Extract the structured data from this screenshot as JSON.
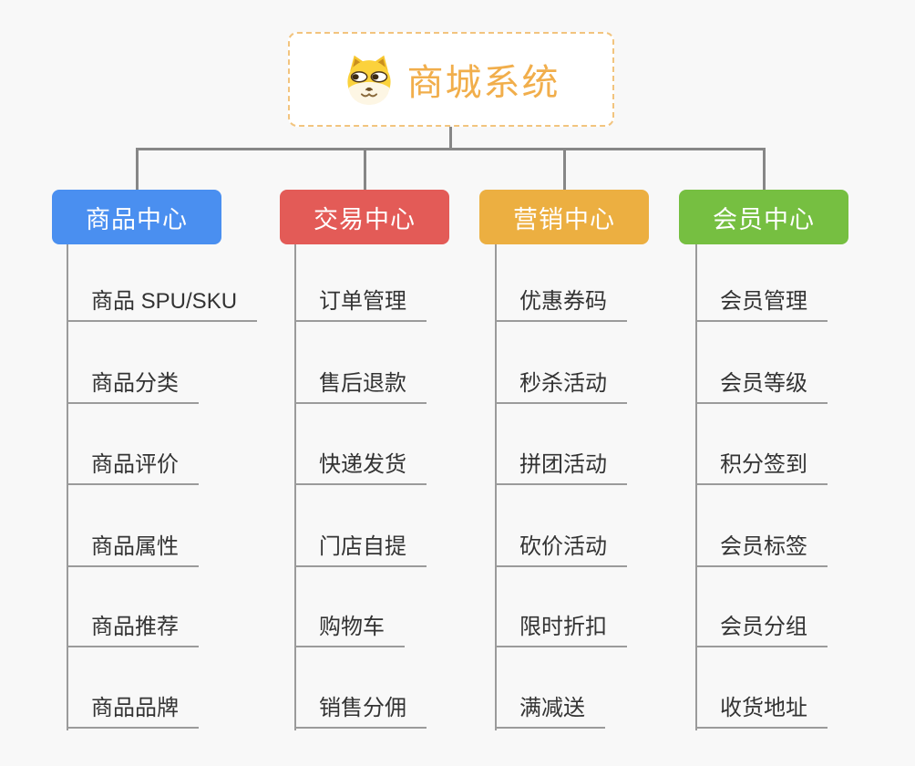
{
  "root": {
    "title": "商城系统",
    "icon": "dog-face-icon"
  },
  "colors": {
    "root_text": "#f1ae4b",
    "root_border": "#f2c47e",
    "connector": "#878787",
    "underline": "#9b9b9b",
    "leaf_text": "#333333"
  },
  "branches": [
    {
      "label": "商品中心",
      "color": "#4a8ff0",
      "items": [
        "商品 SPU/SKU",
        "商品分类",
        "商品评价",
        "商品属性",
        "商品推荐",
        "商品品牌"
      ]
    },
    {
      "label": "交易中心",
      "color": "#e35b57",
      "items": [
        "订单管理",
        "售后退款",
        "快递发货",
        "门店自提",
        "购物车",
        "销售分佣"
      ]
    },
    {
      "label": "营销中心",
      "color": "#ecaf41",
      "items": [
        "优惠券码",
        "秒杀活动",
        "拼团活动",
        "砍价活动",
        "限时折扣",
        "满减送"
      ]
    },
    {
      "label": "会员中心",
      "color": "#76bf41",
      "items": [
        "会员管理",
        "会员等级",
        "积分签到",
        "会员标签",
        "会员分组",
        "收货地址"
      ]
    }
  ]
}
